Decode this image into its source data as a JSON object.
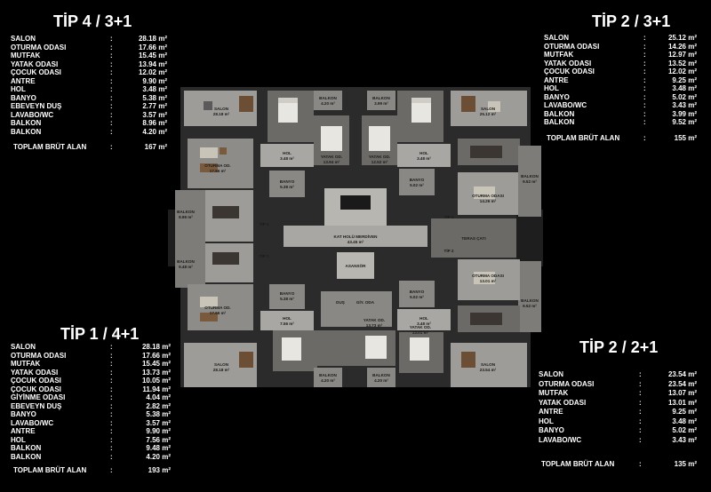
{
  "panels": {
    "tip4": {
      "title": "TİP 4 / 3+1",
      "rows": [
        {
          "name": "SALON",
          "value": "28.18 m²"
        },
        {
          "name": "OTURMA ODASI",
          "value": "17.66 m²"
        },
        {
          "name": "MUTFAK",
          "value": "15.45 m²"
        },
        {
          "name": "YATAK ODASI",
          "value": "13.94 m²"
        },
        {
          "name": "ÇOCUK ODASI",
          "value": "12.02 m²"
        },
        {
          "name": "ANTRE",
          "value": "9.90 m²"
        },
        {
          "name": "HOL",
          "value": "3.48 m²"
        },
        {
          "name": "BANYO",
          "value": "5.38 m²"
        },
        {
          "name": "EBEVEYN DUŞ",
          "value": "2.77 m²"
        },
        {
          "name": "LAVABO/WC",
          "value": "3.57 m²"
        },
        {
          "name": "BALKON",
          "value": "8.96 m²"
        },
        {
          "name": "BALKON",
          "value": "4.20 m²"
        }
      ],
      "total": {
        "name": "TOPLAM BRÜT ALAN",
        "value": "167 m²"
      }
    },
    "tip2_31": {
      "title": "TİP 2 / 3+1",
      "rows": [
        {
          "name": "SALON",
          "value": "25.12 m²"
        },
        {
          "name": "OTURMA ODASI",
          "value": "14.26 m²"
        },
        {
          "name": "MUTFAK",
          "value": "12.97 m²"
        },
        {
          "name": "YATAK ODASI",
          "value": "13.52 m²"
        },
        {
          "name": "ÇOCUK ODASI",
          "value": "12.02 m²"
        },
        {
          "name": "ANTRE",
          "value": "9.25 m²"
        },
        {
          "name": "HOL",
          "value": "3.48 m²"
        },
        {
          "name": "BANYO",
          "value": "5.02 m²"
        },
        {
          "name": "LAVABO/WC",
          "value": "3.43 m²"
        },
        {
          "name": "BALKON",
          "value": "3.99 m²"
        },
        {
          "name": "BALKON",
          "value": "9.52 m²"
        }
      ],
      "total": {
        "name": "TOPLAM BRÜT ALAN",
        "value": "155 m²"
      }
    },
    "tip1": {
      "title": "TİP 1 / 4+1",
      "rows": [
        {
          "name": "SALON",
          "value": "28.18 m²"
        },
        {
          "name": "OTURMA ODASI",
          "value": "17.66 m²"
        },
        {
          "name": "MUTFAK",
          "value": "15.45 m²"
        },
        {
          "name": "YATAK ODASI",
          "value": "13.73 m²"
        },
        {
          "name": "ÇOCUK ODASI",
          "value": "10.05 m²"
        },
        {
          "name": "ÇOCUK ODASI",
          "value": "11.94 m²"
        },
        {
          "name": "GİYİNME ODASI",
          "value": "4.04 m²"
        },
        {
          "name": "EBEVEYN DUŞ",
          "value": "2.82 m²"
        },
        {
          "name": "BANYO",
          "value": "5.38 m²"
        },
        {
          "name": "LAVABO/WC",
          "value": "3.57 m²"
        },
        {
          "name": "ANTRE",
          "value": "9.90 m²"
        },
        {
          "name": "HOL",
          "value": "7.56 m²"
        },
        {
          "name": "BALKON",
          "value": "9.48 m²"
        },
        {
          "name": "BALKON",
          "value": "4.20 m²"
        }
      ],
      "total": {
        "name": "TOPLAM BRÜT ALAN",
        "value": "193 m²"
      }
    },
    "tip2_21": {
      "title": "TİP 2 / 2+1",
      "rows": [
        {
          "name": "SALON",
          "value": "23.54 m²"
        },
        {
          "name": "OTURMA ODASI",
          "value": "23.54 m²"
        },
        {
          "name": "MUTFAK",
          "value": "13.07 m²"
        },
        {
          "name": "YATAK ODASI",
          "value": "13.01 m²"
        },
        {
          "name": "ANTRE",
          "value": "9.25 m²"
        },
        {
          "name": "HOL",
          "value": "3.48 m²"
        },
        {
          "name": "BANYO",
          "value": "5.02 m²"
        },
        {
          "name": "LAVABO/WC",
          "value": "3.43 m²"
        }
      ],
      "total": {
        "name": "TOPLAM BRÜT ALAN",
        "value": "135 m²"
      }
    }
  },
  "colon": ":",
  "plan_labels": {
    "kat_holu": "KAT HOLÜ MERDİVEN",
    "kat_holu_area": "43.45 m²",
    "asansor": "ASANSÖR",
    "teras": "TERAS ÇATI",
    "salon_tl": "SALON",
    "salon_tl_area": "28.18 m²",
    "salon_tr": "SALON",
    "salon_tr_area": "25.12 m²",
    "salon_bl": "SALON",
    "salon_bl_area": "28.18 m²",
    "salon_br": "SALON",
    "salon_br_area": "23.54 m²",
    "oturma_tl": "OTURMA OD.",
    "oturma_tl_area": "17.66 m²",
    "oturma_tr": "OTURMA ODASI",
    "oturma_tr_area": "14.26 m²",
    "oturma_bl": "OTURMA OD.",
    "oturma_bl_area": "17.66 m²",
    "oturma_br": "OTURMA ODASI",
    "oturma_br_area": "13.01 m²",
    "balkon_l1": "BALKON",
    "balkon_l1_area": "8.96 m²",
    "balkon_l2": "BALKON",
    "balkon_l2_area": "9.48 m²",
    "balkon_r1": "BALKON",
    "balkon_r1_area": "9.52 m²",
    "balkon_r2": "BALKON",
    "balkon_r2_area": "9.52 m²",
    "balkon_t1": "BALKON",
    "balkon_t1_area": "4.20 m²",
    "balkon_t2": "BALKON",
    "balkon_t2_area": "3.99 m²",
    "balkon_b1": "BALKON",
    "balkon_b1_area": "4.20 m²",
    "balkon_b2": "BALKON",
    "balkon_b2_area": "4.20 m²",
    "hol_tl": "HOL",
    "hol_tl_area": "3.48 m²",
    "hol_tr": "HOL",
    "hol_tr_area": "3.48 m²",
    "hol_bl": "HOL",
    "hol_bl_area": "7.56 m²",
    "hol_br": "HOL",
    "hol_br_area": "3.48 m²",
    "banyo_tl": "BANYO",
    "banyo_tl_area": "5.38 m²",
    "banyo_tr": "BANYO",
    "banyo_tr_area": "5.02 m²",
    "banyo_bl": "BANYO",
    "banyo_bl_area": "5.38 m²",
    "banyo_br": "BANYO",
    "banyo_br_area": "5.02 m²",
    "yatak_tl": "YATAK OD.",
    "yatak_tl_area": "13.94 m²",
    "yatak_tr": "YATAK OD.",
    "yatak_tr_area": "12.52 m²",
    "yatak_bl": "YATAK OD.",
    "yatak_bl_area": "13.73 m²",
    "yatak_br": "YATAK OD.",
    "yatak_br_area": "13.01 m²",
    "dus": "DUŞ",
    "giy_oda": "GİY. ODA",
    "tip4": "TİP 4",
    "tip1": "TİP 1",
    "tip2a": "TİP 2",
    "tip2b": "TİP 2"
  },
  "colors": {
    "background": "#000000",
    "wall": "#2b2b2b",
    "floor": "#9d9c98",
    "floor_dark": "#6c6a66",
    "wood": "#7a5a3c",
    "bed": "#e8e6e0",
    "dark_floor": "#3c3633"
  }
}
